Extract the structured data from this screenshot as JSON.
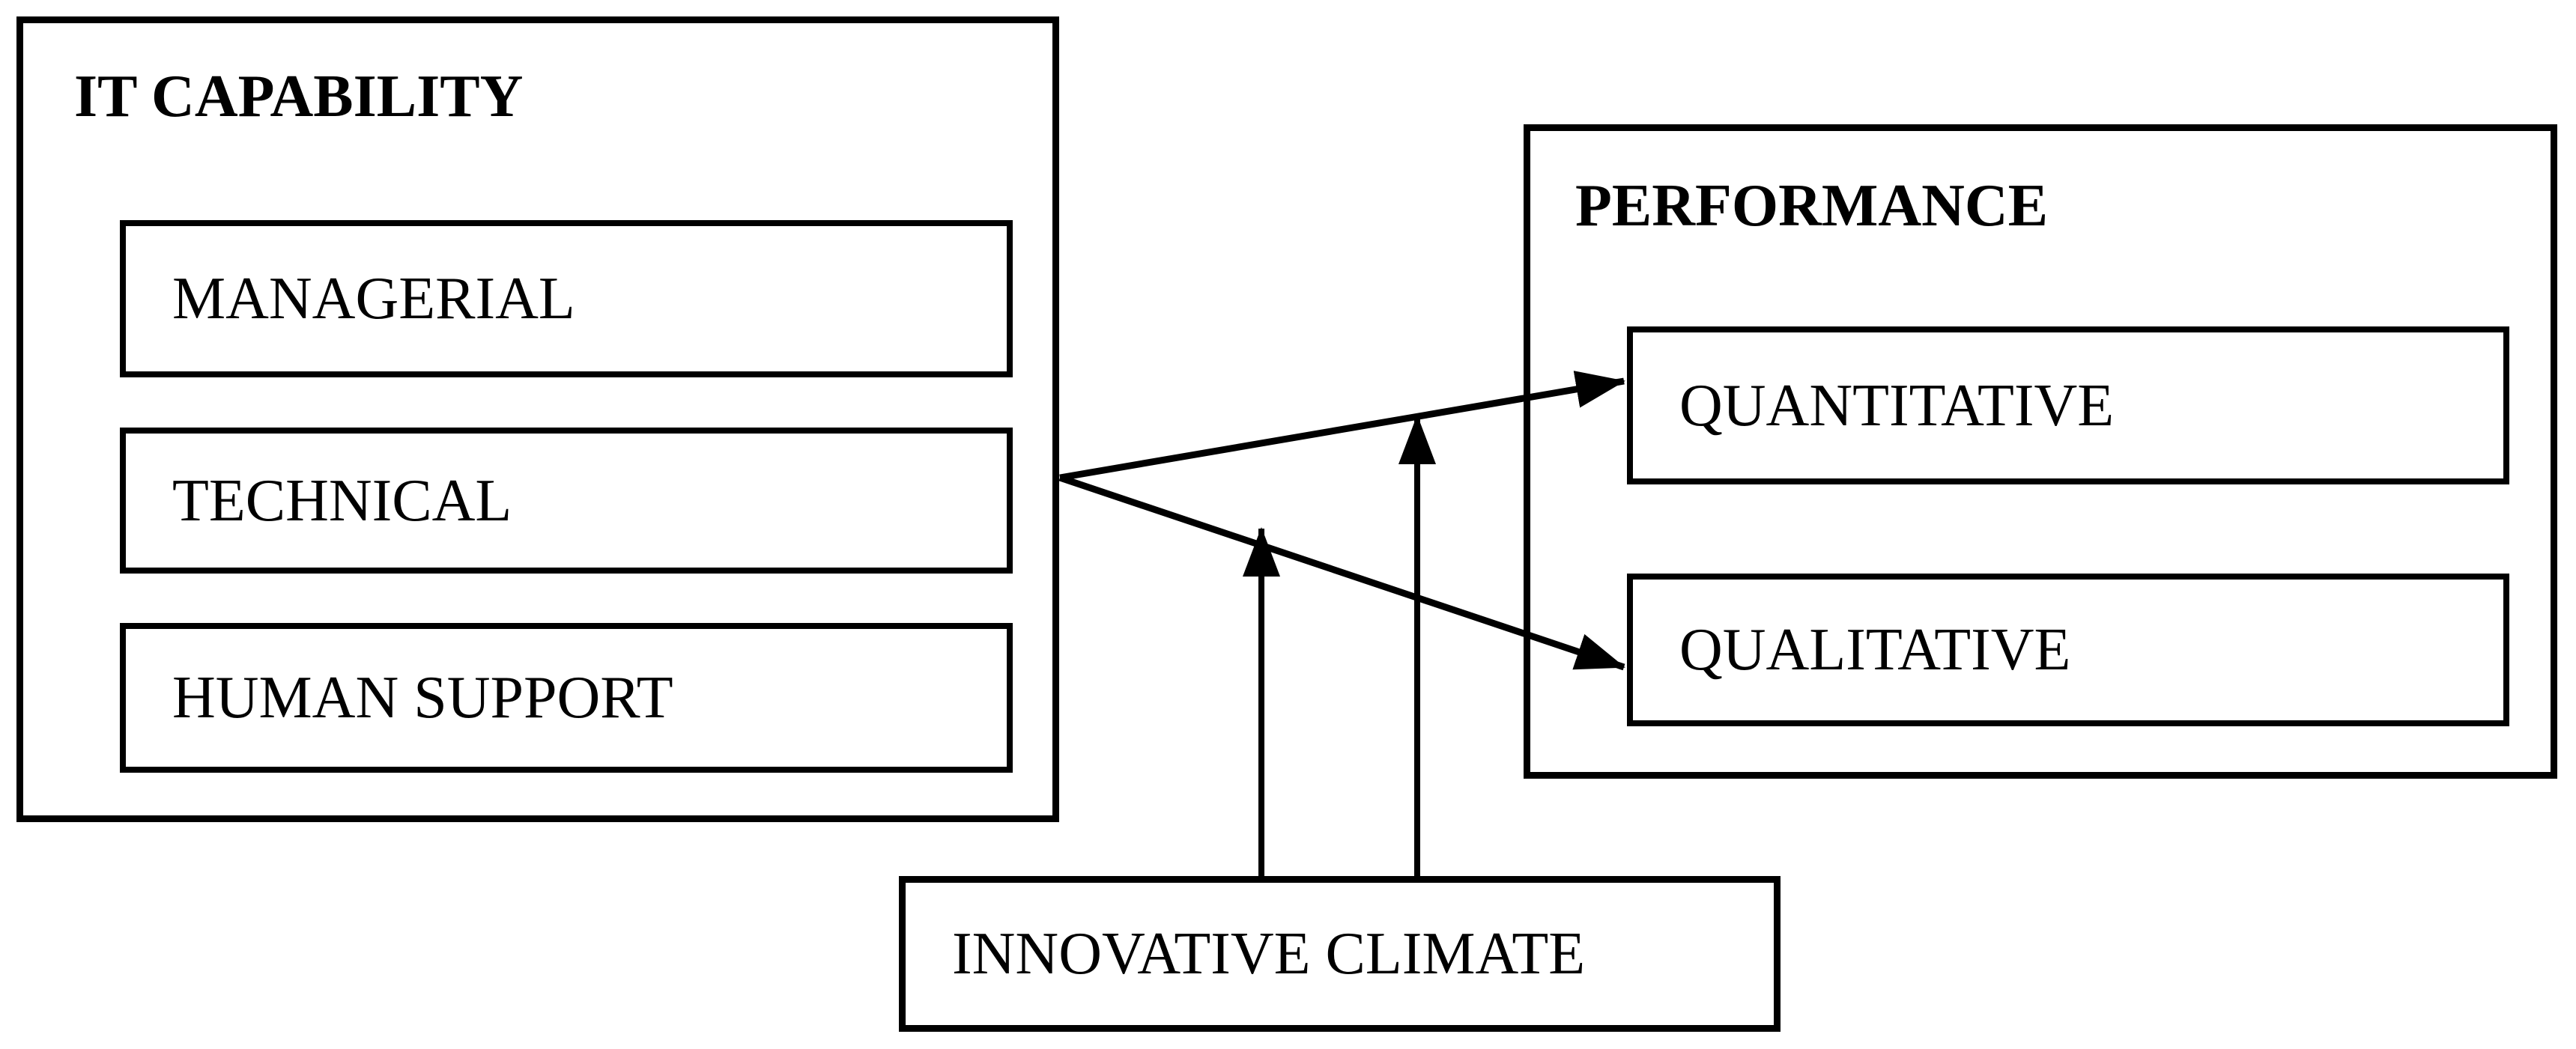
{
  "diagram": {
    "background_color": "#ffffff",
    "line_color": "#000000",
    "box_fill_color": "#ffffff",
    "it_capability": {
      "title": "IT CAPABILITY",
      "items": [
        "MANAGERIAL",
        "TECHNICAL",
        "HUMAN SUPPORT"
      ]
    },
    "performance": {
      "title": "PERFORMANCE",
      "items": [
        "QUANTITATIVE",
        "QUALITATIVE"
      ]
    },
    "moderator": {
      "label": "INNOVATIVE CLIMATE"
    },
    "edges": [
      {
        "from": "IT CAPABILITY",
        "to": "QUANTITATIVE",
        "style": "direct-arrow"
      },
      {
        "from": "IT CAPABILITY",
        "to": "QUALITATIVE",
        "style": "direct-arrow"
      },
      {
        "from": "INNOVATIVE CLIMATE",
        "to": "IT CAPABILITY → QUANTITATIVE",
        "style": "moderating-arrow"
      },
      {
        "from": "INNOVATIVE CLIMATE",
        "to": "IT CAPABILITY → QUALITATIVE",
        "style": "moderating-arrow"
      }
    ]
  }
}
